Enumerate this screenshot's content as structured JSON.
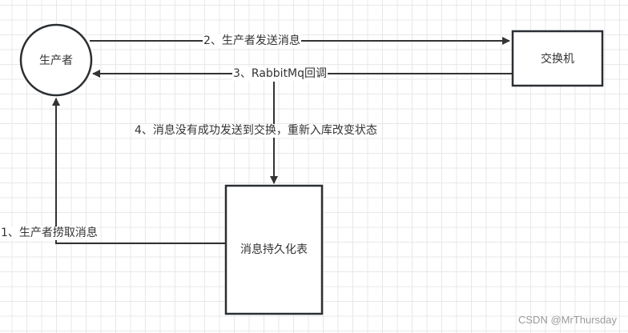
{
  "nodes": {
    "producer": "生产者",
    "exchange": "交换机",
    "persistence_table": "消息持久化表"
  },
  "edges": {
    "step1": "1、生产者捞取消息",
    "step2": "2、生产者发送消息",
    "step3": "3、RabbitMq回调",
    "step4": "4、消息没有成功发送到交换，重新入库改变状态"
  },
  "watermark": "CSDN @MrThursday"
}
